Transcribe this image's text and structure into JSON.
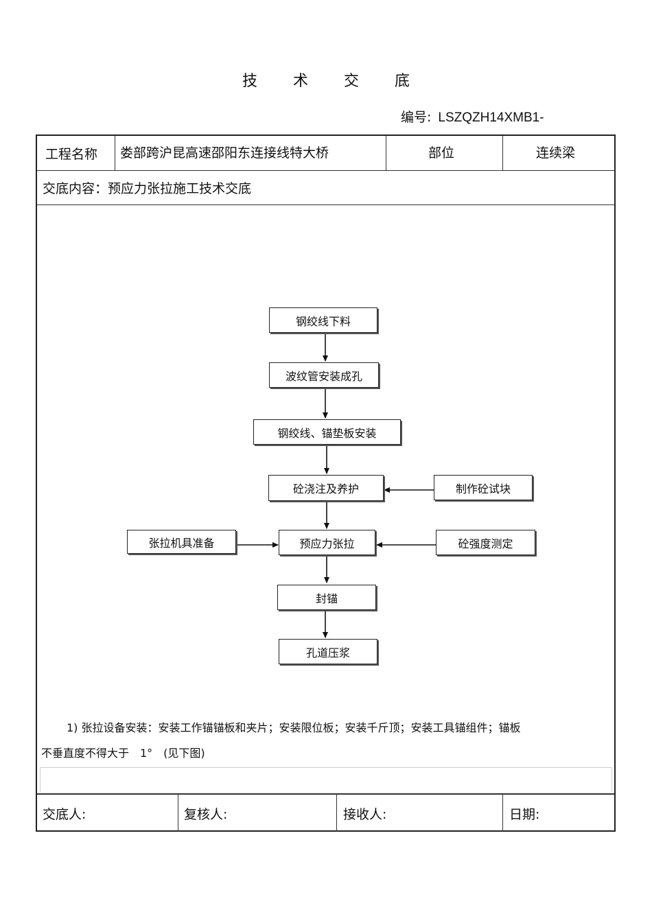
{
  "doc": {
    "title": "技术交底",
    "number_label": "编号:",
    "number_value": "LSZQZH14XMB1-"
  },
  "header": {
    "project_label": "工程名称",
    "project_value": "娄部跨沪昆高速邵阳东连接线特大桥",
    "position_label": "部位",
    "position_value": "连续梁"
  },
  "content": {
    "label_line": "交底内容：预应力张拉施工技术交底"
  },
  "flowchart": {
    "steps": [
      "钢绞线下料",
      "波纹管安装成孔",
      "钢绞线、锚垫板安装",
      "砼浇注及养护",
      "预应力张拉",
      "封锚",
      "孔道压浆"
    ],
    "side_inputs": {
      "concrete_sample": "制作砼试块",
      "tension_equipment": "张拉机具准备",
      "strength_test": "砼强度测定"
    }
  },
  "body": {
    "para1_line1": "1) 张拉设备安装：安装工作锚锚板和夹片；安装限位板；安装千斤顶；安装工具锚组件；锚板",
    "para1_line2": "不垂直度不得大于　1°　(见下图)"
  },
  "footer": {
    "discloser_label": "交底人:",
    "reviewer_label": "复核人:",
    "receiver_label": "接收人:",
    "date_label": "日期:"
  }
}
